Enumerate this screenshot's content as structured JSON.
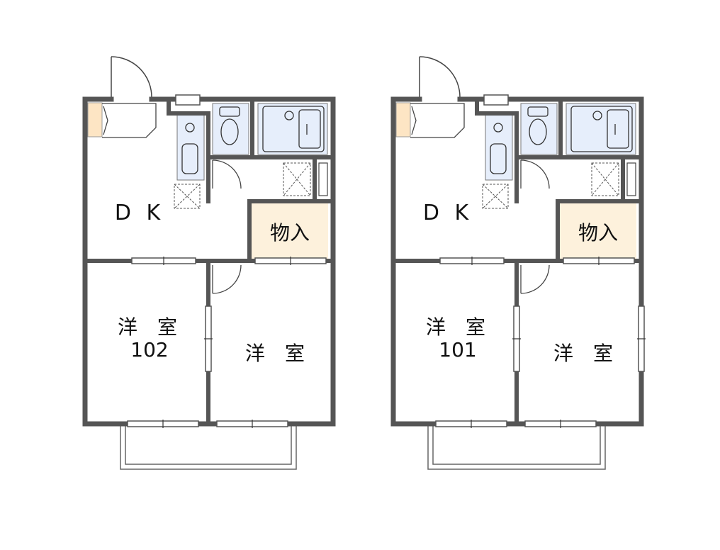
{
  "colors": {
    "wall": "#555555",
    "line": "#444444",
    "fixture_fill": "#e6eefb",
    "fixture_stroke": "#3a3a3a",
    "storage_fill": "#fdf1dc",
    "shoe_fill": "#fde5c4",
    "background": "#ffffff"
  },
  "units": [
    {
      "unit_number": "102",
      "rooms": {
        "dk": "D K",
        "storage": "物入",
        "western_room_1": "洋　室",
        "western_room_2": "洋　室"
      }
    },
    {
      "unit_number": "101",
      "rooms": {
        "dk": "D K",
        "storage": "物入",
        "western_room_1": "洋　室",
        "western_room_2": "洋　室"
      }
    }
  ]
}
